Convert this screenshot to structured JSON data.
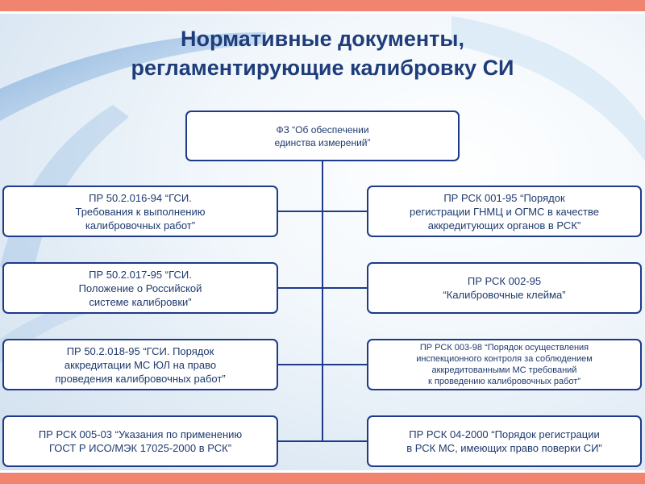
{
  "title": {
    "line1": "Нормативные документы,",
    "line2": "регламентирующие калибровку СИ"
  },
  "root": {
    "line1": "ФЗ “Об обеспечении",
    "line2": "единства измерений”"
  },
  "left": [
    {
      "line1": "ПР 50.2.016-94 “ГСИ.",
      "line2": "Требования к выполнению",
      "line3": "калибровочных работ”"
    },
    {
      "line1": "ПР 50.2.017-95 “ГСИ.",
      "line2": "Положение о Российской",
      "line3": "системе калибровки”"
    },
    {
      "line1": "ПР 50.2.018-95 “ГСИ. Порядок",
      "line2": "аккредитации МС ЮЛ на право",
      "line3": "проведения калибровочных работ”"
    },
    {
      "line1": "ПР РСК 005-03 “Указания по применению",
      "line2": "ГОСТ Р ИСО/МЭК 17025-2000 в РСК”"
    }
  ],
  "right": [
    {
      "line1": "ПР РСК 001-95  “Порядок",
      "line2": "регистрации  ГНМЦ и ОГМС в качестве",
      "line3": "аккредитующих органов в РСК”"
    },
    {
      "line1": "ПР РСК 002-95",
      "line2": "“Калибровочные клейма”"
    },
    {
      "line1": "ПР РСК 003-98 “Порядок осуществления",
      "line2": "инспекционного контроля за соблюдением",
      "line3": "аккредитованными МС требований",
      "line4": "к проведению калибровочных работ”"
    },
    {
      "line1": "ПР РСК 04-2000 “Порядок регистрации",
      "line2": "в РСК МС, имеющих право поверки СИ”"
    }
  ],
  "colors": {
    "accent_band": "#f0846e",
    "box_border": "#1e3a8a",
    "title_text": "#1f3d7a",
    "box_text": "#1e3a6e"
  }
}
